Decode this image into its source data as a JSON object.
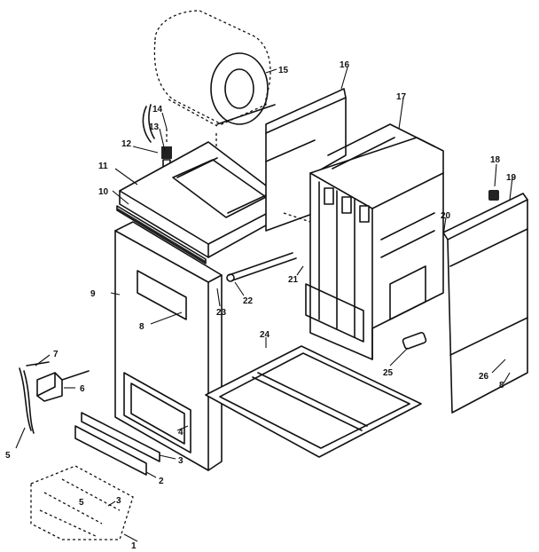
{
  "part_labels": {
    "p1": "1",
    "p2": "2",
    "p3a": "3",
    "p3b": "3",
    "p4": "4",
    "p5a": "5",
    "p5b": "5",
    "p6": "6",
    "p7": "7",
    "p8a": "8",
    "p8b": "8",
    "p9": "9",
    "p10": "10",
    "p11": "11",
    "p12": "12",
    "p13": "13",
    "p14": "14",
    "p15": "15",
    "p16": "16",
    "p17": "17",
    "p18": "18",
    "p19": "19",
    "p20": "20",
    "p21": "21",
    "p22": "22",
    "p23": "23",
    "p24": "24",
    "p25": "25",
    "p26": "26"
  }
}
